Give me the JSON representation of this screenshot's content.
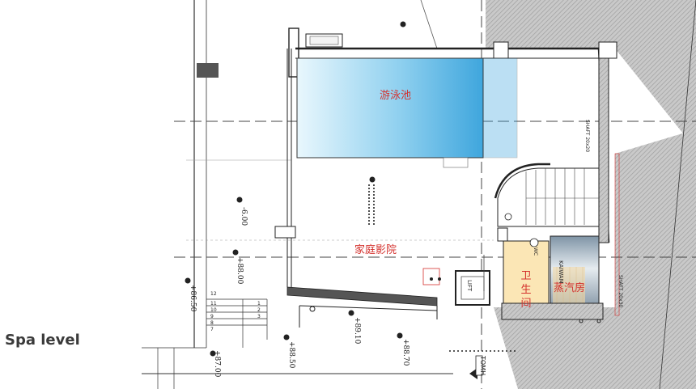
{
  "caption": "Spa level",
  "rooms": {
    "pool": "游泳池",
    "home_theater": "家庭影院",
    "steam_room": "蒸汽房",
    "bathroom_chars": [
      "卫",
      "生",
      "间"
    ]
  },
  "labels": {
    "lift": "LIFT",
    "kaiwam": "KAIWAM",
    "wc": "WC",
    "tomh": "TOMH",
    "shaft": "SHAFT 20x20",
    "shaft2": "SHAFT 20x30"
  },
  "levels": [
    "-6.00",
    "+88.00",
    "+86.50",
    "+87.00",
    "+88.50",
    "+89.10",
    "+88.70"
  ],
  "stair_steps": [
    "12",
    "11",
    "10",
    "9",
    "8",
    "7",
    "1",
    "2",
    "3"
  ],
  "colors": {
    "room_text": "#d4312d",
    "pool_fill": "#8fd0ef",
    "hatch": "#b0b0b0"
  }
}
